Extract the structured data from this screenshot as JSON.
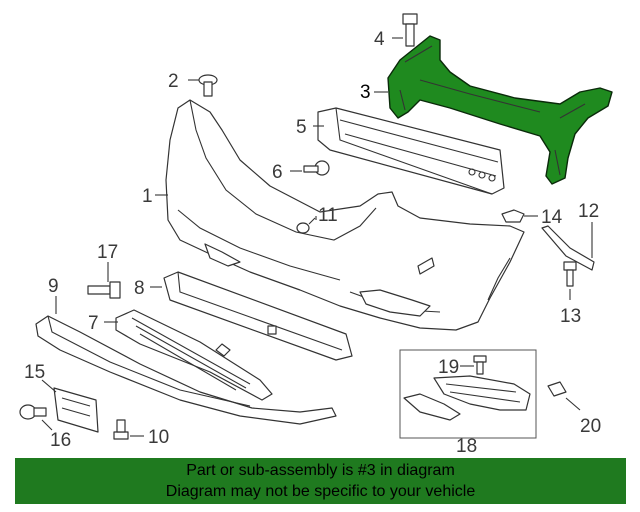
{
  "callouts": {
    "c1": "1",
    "c2": "2",
    "c3": "3",
    "c4": "4",
    "c5": "5",
    "c6": "6",
    "c7": "7",
    "c8": "8",
    "c9": "9",
    "c10": "10",
    "c11": "11",
    "c12": "12",
    "c13": "13",
    "c14": "14",
    "c15": "15",
    "c16": "16",
    "c17": "17",
    "c18": "18",
    "c19": "19",
    "c20": "20"
  },
  "highlight": {
    "part": "3",
    "color": "#1f8a1f"
  },
  "banner": {
    "line1": "Part or sub-assembly is #3 in diagram",
    "line2": "Diagram may not be specific to your vehicle",
    "color": "#1f7a1f"
  }
}
